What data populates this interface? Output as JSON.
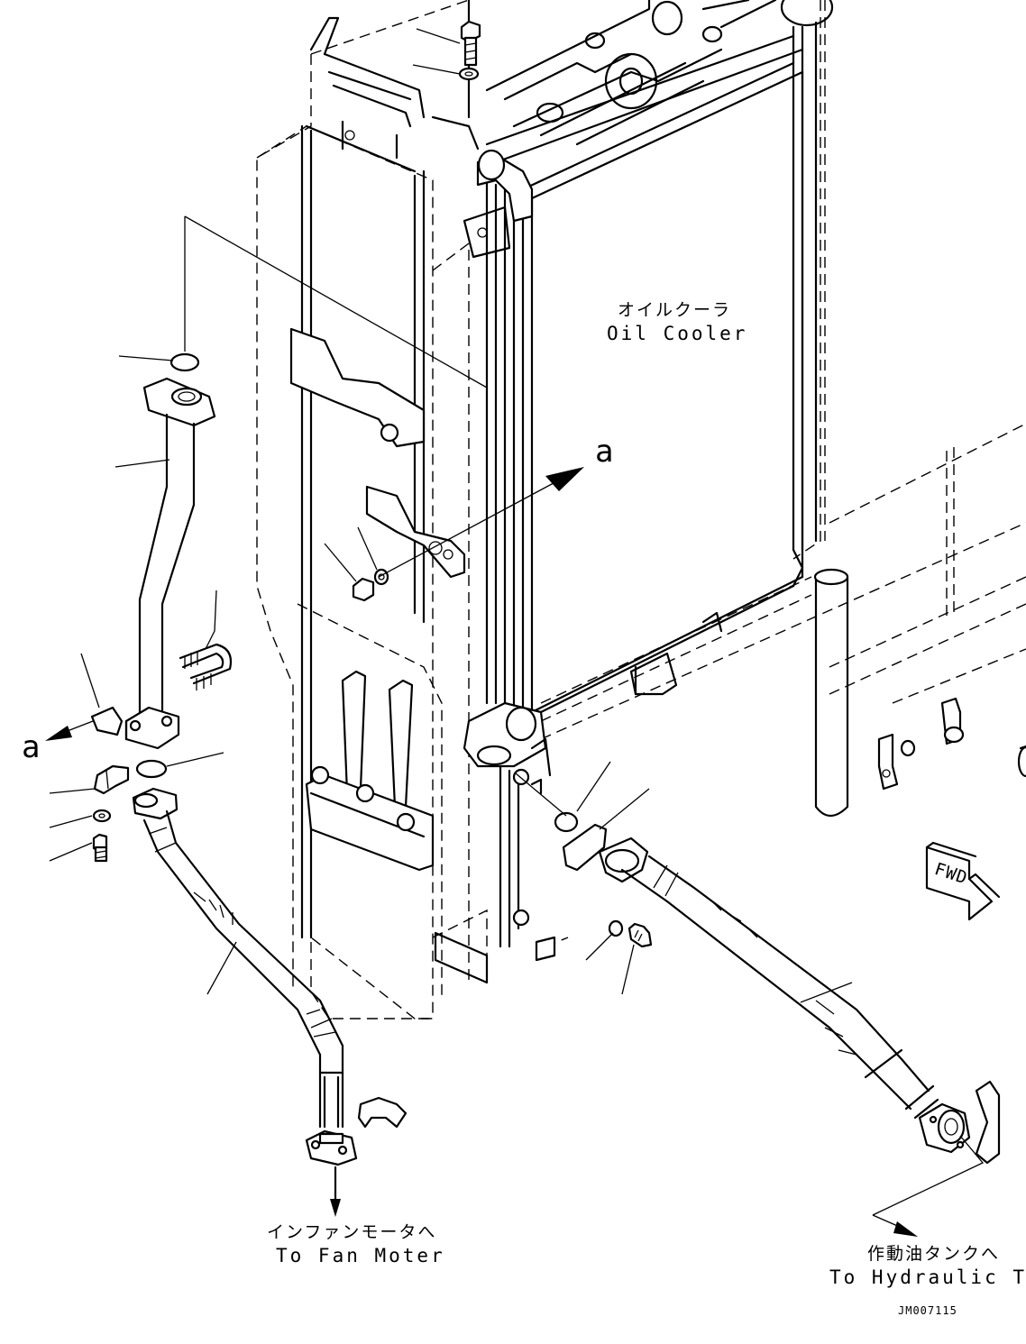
{
  "oil_cooler": {
    "jp": "オイルクーラ",
    "en": "Oil Cooler"
  },
  "fan_motor": {
    "jp": "インファンモータへ",
    "en": "To Fan Moter"
  },
  "hydraulic_tank": {
    "jp": "作動油タンクへ",
    "en": "To Hydraulic Tank"
  },
  "view_ref": {
    "top": "a",
    "side": "a"
  },
  "fwd_marker": "FWD",
  "drawing_code": "JM007115"
}
